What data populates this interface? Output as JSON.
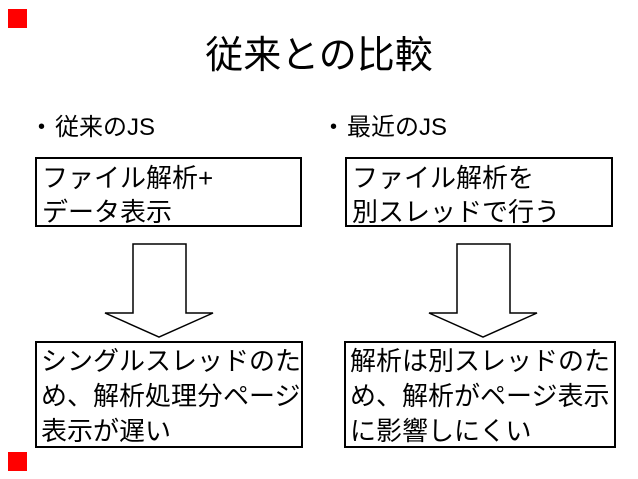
{
  "slide": {
    "title": "従来との比較",
    "bullet_char": "•",
    "marker_color": "#ff0000",
    "columns": [
      {
        "bullet": "従来のJS",
        "top_box_lines": [
          "ファイル解析+",
          "データ表示"
        ],
        "bottom_box_lines": [
          "シングルスレッドのた",
          "め、解析処理分ページ",
          "表示が遅い"
        ]
      },
      {
        "bullet": "最近のJS",
        "top_box_lines": [
          "ファイル解析を",
          "別スレッドで行う"
        ],
        "bottom_box_lines": [
          "解析は別スレッドのた",
          "め、解析がページ表示",
          "に影響しにくい"
        ]
      }
    ]
  }
}
